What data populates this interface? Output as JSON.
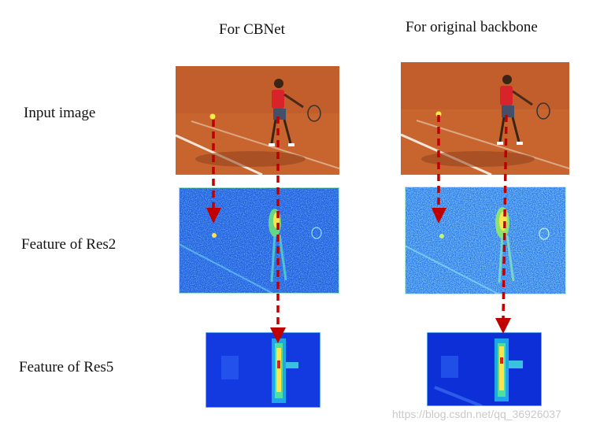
{
  "columns": {
    "cbnet": "For CBNet",
    "original": "For original backbone"
  },
  "rows": {
    "input": "Input image",
    "res2": "Feature of  Res2",
    "res5": "Feature of Res5"
  },
  "watermark": "https://blog.csdn.net/qq_36926037",
  "colors": {
    "arrow": "#c00000",
    "clay": "#c8652f",
    "feature_bg": "#1f5fe0",
    "feature_hot": "#ffe34d"
  }
}
